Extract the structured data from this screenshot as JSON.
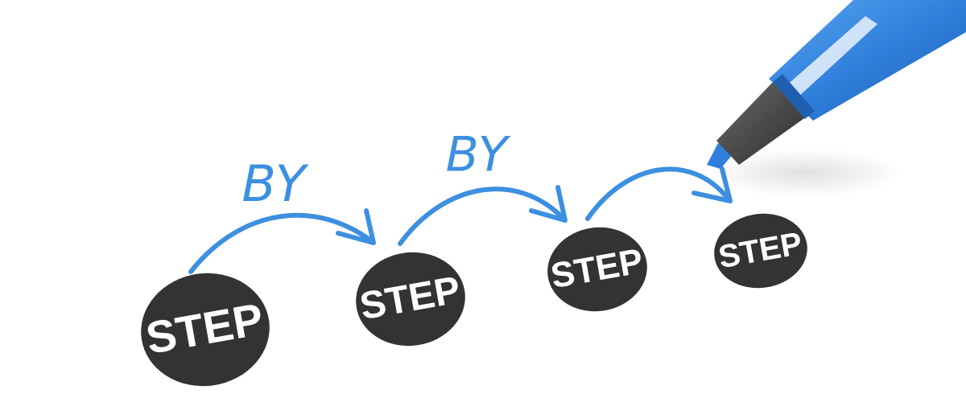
{
  "colors": {
    "ink": "#3d8fe0",
    "badge": "#333333",
    "badge_text": "#ffffff",
    "marker_body": "#2f7fdc",
    "marker_stripe": "#eaf2fb",
    "marker_cap": "#4a4a4a"
  },
  "steps": [
    {
      "label": "STEP"
    },
    {
      "label": "STEP"
    },
    {
      "label": "STEP"
    },
    {
      "label": "STEP"
    }
  ],
  "connectors": [
    {
      "label": "BY"
    },
    {
      "label": "BY"
    },
    {
      "label": ""
    }
  ]
}
